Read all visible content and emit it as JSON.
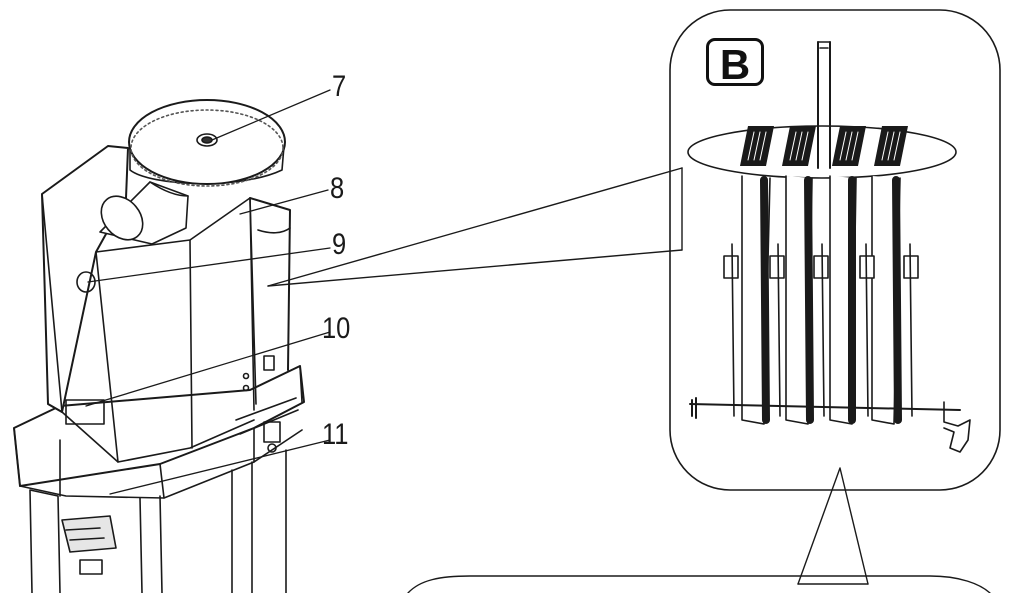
{
  "callouts": {
    "c7": "7",
    "c8": "8",
    "c9": "9",
    "c10": "10",
    "c11": "11"
  },
  "detail_view": {
    "letter": "B"
  }
}
